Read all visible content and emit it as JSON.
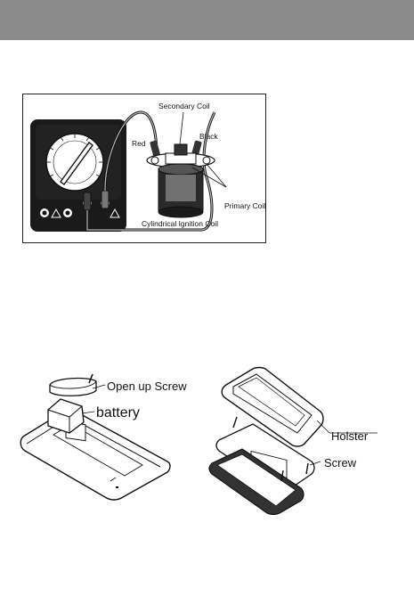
{
  "figure1": {
    "labels": {
      "secondary_coil": "Secondary Coil",
      "red": "Red",
      "black": "Black",
      "primary_coil": "Primary Coil",
      "ignition_coil": "Cylindrical Ignition Coil"
    }
  },
  "figure2": {
    "labels": {
      "open_screw": "Open up Screw",
      "battery": "battery"
    }
  },
  "figure3": {
    "labels": {
      "holster": "Holster",
      "screw": "Screw"
    }
  },
  "colors": {
    "header": "#8a8a8a",
    "meter_body": "#1a1a1a",
    "line": "#111111"
  }
}
